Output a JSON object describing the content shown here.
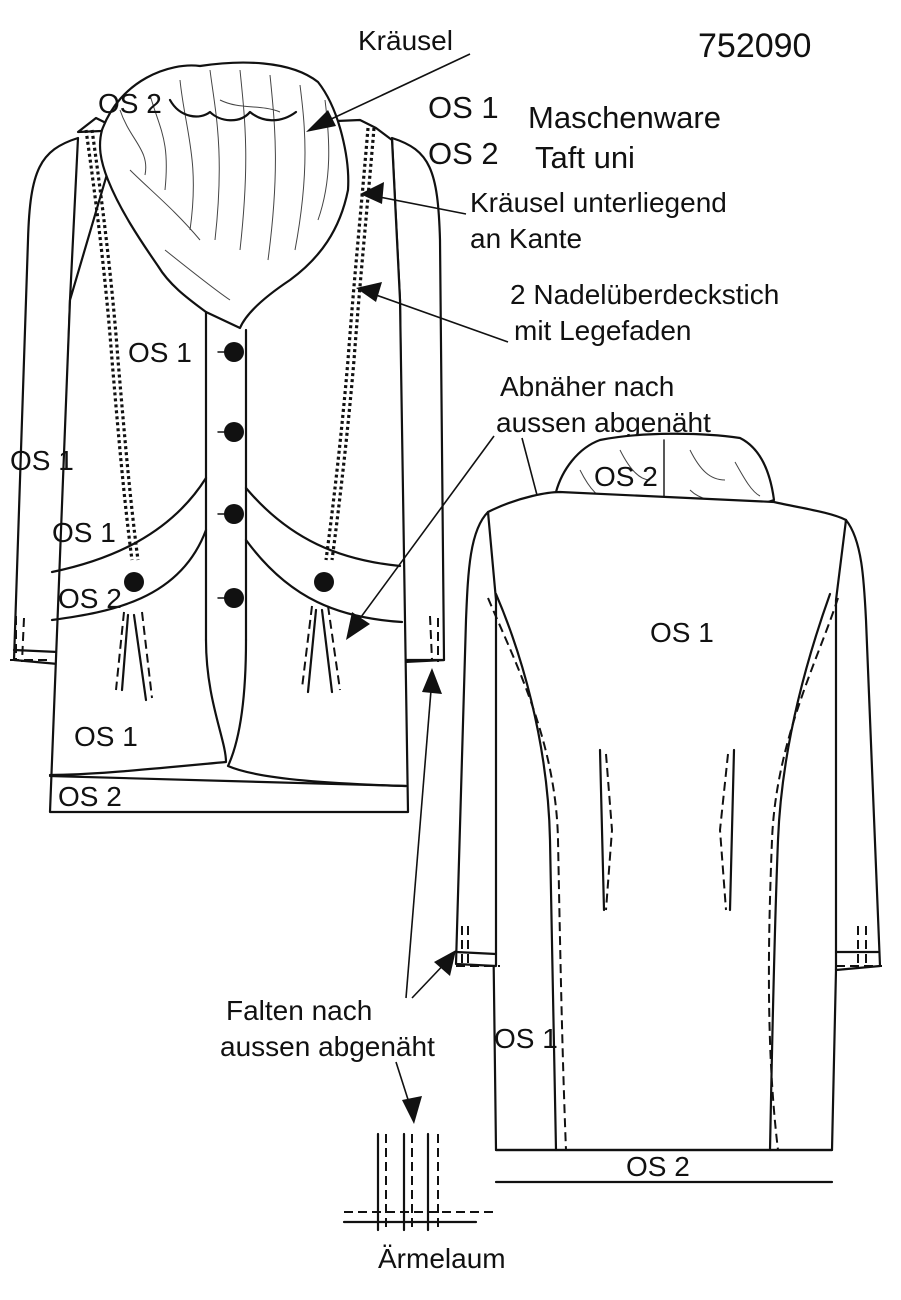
{
  "article_number": "752090",
  "materials": [
    {
      "code": "OS 1",
      "name": "Maschenware"
    },
    {
      "code": "OS 2",
      "name": "Taft uni"
    }
  ],
  "callouts": {
    "kraeusel": "Kräusel",
    "kraeusel_unterliegend_line1": "Kräusel unterliegend",
    "kraeusel_unterliegend_line2": "an Kante",
    "nadel_line1": "2 Nadelüberdeckstich",
    "nadel_line2": "mit Legefaden",
    "abnaeher_line1": "Abnäher nach",
    "abnaeher_line2": "aussen abgenäht",
    "falten_line1": "Falten nach",
    "falten_line2": "aussen abgenäht",
    "aermelaum": "Ärmelaum"
  },
  "front_labels": {
    "collar": "OS 2",
    "button_area": "OS 1",
    "sleeve": "OS 1",
    "body_upper": "OS 1",
    "band": "OS 2",
    "lower_panel": "OS 1",
    "hem": "OS 2"
  },
  "back_labels": {
    "collar": "OS 2",
    "body": "OS 1",
    "sleeve": "OS 1",
    "hem": "OS 2"
  }
}
